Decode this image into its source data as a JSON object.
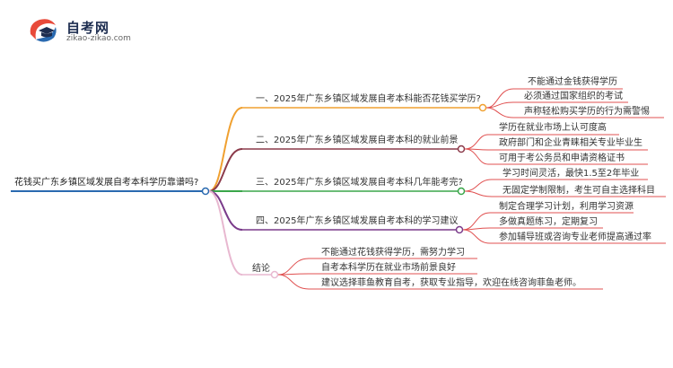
{
  "logo": {
    "brand": "自考网",
    "url": "zikao-zikao.com"
  },
  "root": "花钱买广东乡镇区域发展自考本科学历靠谱吗?",
  "branches": [
    {
      "label": "一、2025年广东乡镇区域发展自考本科能否花钱买学历?",
      "color": "#f0a030",
      "leaves": [
        "不能通过金钱获得学历",
        "必须通过国家组织的考试",
        "声称轻松购买学历的行为需警惕"
      ]
    },
    {
      "label": "二、2025年广东乡镇区域发展自考本科的就业前景",
      "color": "#8b3a4a",
      "leaves": [
        "学历在就业市场上认可度高",
        "政府部门和企业青睐相关专业毕业生",
        "可用于考公务员和申请资格证书"
      ]
    },
    {
      "label": "三、2025年广东乡镇区域发展自考本科几年能考完?",
      "color": "#3aa64a",
      "leaves": [
        "学习时间灵活，最快1.5至2年毕业",
        "无固定学制限制，考生可自主选择科目"
      ]
    },
    {
      "label": "四、2025年广东乡镇区域发展自考本科的学习建议",
      "color": "#7a3a8a",
      "leaves": [
        "制定合理学习计划，利用学习资源",
        "多做真题练习，定期复习",
        "参加辅导班或咨询专业老师提高通过率"
      ]
    },
    {
      "label": "结论",
      "color": "#e8b8d0",
      "leaves": [
        "不能通过花钱获得学历，需努力学习",
        "自考本科学历在就业市场前景良好",
        "建议选择菲鱼教育自考，获取专业指导，欢迎在线咨询菲鱼老师。"
      ]
    }
  ],
  "colors": {
    "root_line": "#2a6ab0",
    "leaf_line": "#e05050"
  }
}
